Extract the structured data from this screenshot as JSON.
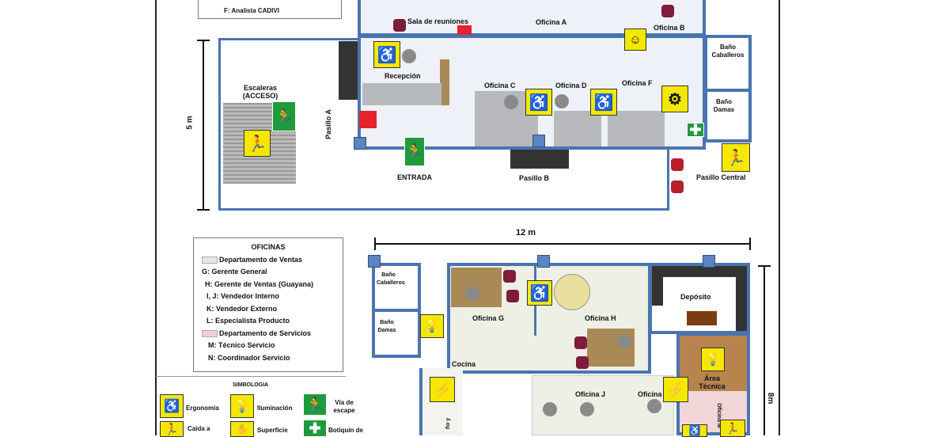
{
  "top_legend_item": "F: Analista CADIVI",
  "dimensions": {
    "height_top": "5 m",
    "width_bottom": "12 m",
    "height_bottom": "8m"
  },
  "rooms_top": {
    "meeting": "Sala de reuniones",
    "office_a": "Oficina A",
    "office_b": "Oficina B",
    "bath_men": "Baño Caballeros",
    "bath_women": "Baño Damas",
    "reception": "Recepción",
    "office_c": "Oficina C",
    "office_d": "Oficina D",
    "office_f": "Oficina F",
    "stairs": "Escaleras (ACCESO)",
    "hall_a": "Pasillo A",
    "entrance": "ENTRADA",
    "hall_b": "Pasillo B",
    "hall_central": "Pasillo Central"
  },
  "rooms_bottom": {
    "bath_men": "Baño Caballeros",
    "bath_women": "Baño Damas",
    "office_g": "Oficina G",
    "office_h": "Oficina H",
    "storage": "Depósito",
    "kitchen": "Cocina",
    "office_j": "Oficina J",
    "office_k": "Oficina",
    "tech_area": "Área Técnica",
    "office_m": "Oficina M",
    "partial": "ño y"
  },
  "offices_legend": {
    "title": "OFICINAS",
    "items": [
      {
        "text": "Departamento de Ventas",
        "swatch": "#e3ead5"
      },
      {
        "text": "G: Gerente General"
      },
      {
        "text": "H: Gerente de Ventas (Guayana)"
      },
      {
        "text": "I, J: Vendedor Interno"
      },
      {
        "text": "K: Vendedor Externo"
      },
      {
        "text": "L: Especialista Producto"
      },
      {
        "text": "Departamento de Servicios",
        "swatch": "#f0cfd2"
      },
      {
        "text": "M: Técnico Servicio"
      },
      {
        "text": "N: Coordinador Servicio"
      }
    ]
  },
  "symbology": {
    "title": "SIMBOLOGIA",
    "items": [
      "Ergonomía",
      "Iluminación",
      "Vía de escape",
      "Caída a",
      "Superficie",
      "Botiquín de"
    ]
  },
  "colors": {
    "wall": "#4a74b0",
    "sign_yellow": "#f5e800",
    "sign_green": "#1f9a3c",
    "extinguisher": "#e4232c"
  }
}
